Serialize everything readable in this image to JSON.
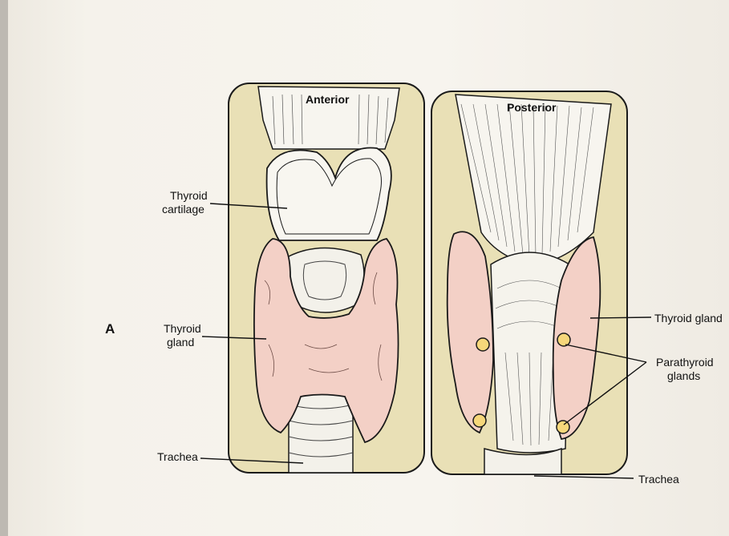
{
  "figure_letter": "A",
  "panels": {
    "anterior": {
      "title": "Anterior",
      "labels": {
        "thyroid_cartilage_1": "Thyroid",
        "thyroid_cartilage_2": "cartilage",
        "thyroid_gland_1": "Thyroid",
        "thyroid_gland_2": "gland",
        "trachea": "Trachea"
      }
    },
    "posterior": {
      "title": "Posterior",
      "labels": {
        "thyroid_gland": "Thyroid gland",
        "parathyroid_1": "Parathyroid",
        "parathyroid_2": "glands",
        "trachea": "Trachea"
      }
    }
  },
  "colors": {
    "panel_bg": "#e9e0b6",
    "gland": "#f3d0c6",
    "parathyroid": "#f6d77a",
    "outline": "#1a1a1a"
  }
}
